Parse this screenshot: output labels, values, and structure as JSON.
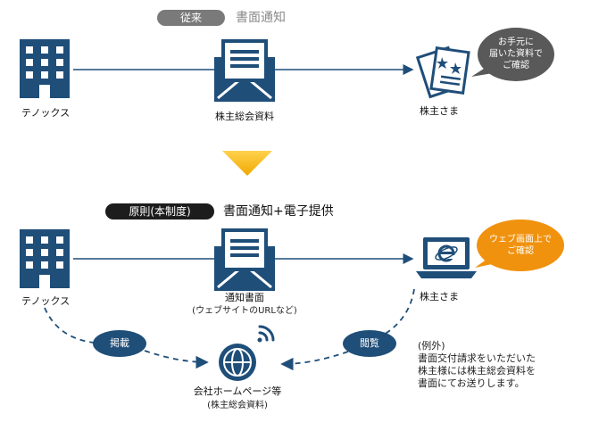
{
  "legacy": {
    "badge": "従来",
    "heading": "書面通知",
    "sender": "テノックス",
    "document": "株主総会資料",
    "receiver": "株主さま",
    "bubble": [
      "お手元に",
      "届いた資料で",
      "ご確認"
    ]
  },
  "new_system": {
    "badge": "原則(本制度)",
    "heading": "書面通知+電子提供",
    "sender": "テノックス",
    "notice": "通知書面",
    "notice_sub": "(ウェブサイトのURLなど)",
    "receiver": "株主さま",
    "bubble": [
      "ウェブ画面上で",
      "ご確認"
    ],
    "post_label": "掲載",
    "view_label": "閲覧",
    "website": "会社ホームページ等",
    "website_sub": "(株主総会資料)",
    "exception": [
      "(例外)",
      "書面交付請求をいただいた",
      "株主様には株主総会資料を",
      "書面にてお送りします。"
    ]
  },
  "colors": {
    "navy": "#1f4e79",
    "arrow_yellow": "#f5b800",
    "bubble_gray": "#595959",
    "bubble_orange": "#f0920e"
  }
}
